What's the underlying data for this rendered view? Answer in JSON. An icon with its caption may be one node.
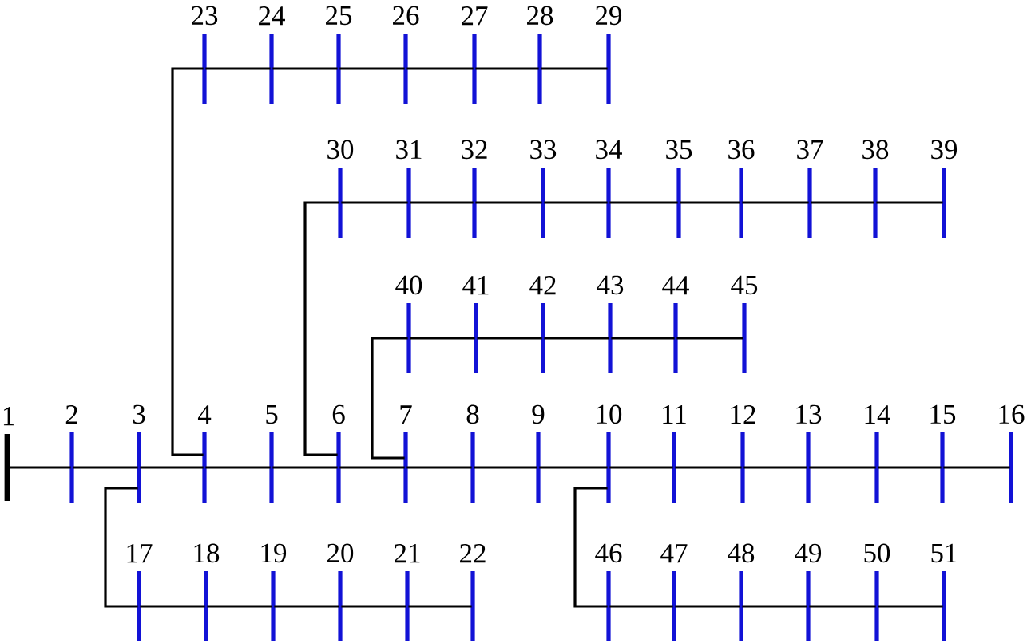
{
  "diagram": {
    "nodes": [
      {
        "text": [
          "23"
        ]
      },
      {
        "text": [
          "24"
        ]
      },
      {
        "text": [
          "25"
        ]
      },
      {
        "text": [
          "26"
        ]
      },
      {
        "text": [
          "27"
        ]
      },
      {
        "text": [
          "28"
        ]
      },
      {
        "text": [
          "29"
        ]
      },
      {
        "text": [
          "30"
        ]
      },
      {
        "text": [
          "31"
        ]
      },
      {
        "text": [
          "32"
        ]
      },
      {
        "text": [
          "33"
        ]
      },
      {
        "text": [
          "34"
        ]
      },
      {
        "text": [
          "35"
        ]
      },
      {
        "text": [
          "36"
        ]
      },
      {
        "text": [
          "37"
        ]
      },
      {
        "text": [
          "38"
        ]
      },
      {
        "text": [
          "39"
        ]
      },
      {
        "text": [
          "40"
        ]
      },
      {
        "text": [
          "41"
        ]
      },
      {
        "text": [
          "42"
        ]
      },
      {
        "text": [
          "43"
        ]
      },
      {
        "text": [
          "44"
        ]
      },
      {
        "text": [
          "45"
        ]
      },
      {
        "text": [
          "1"
        ]
      },
      {
        "text": [
          "2"
        ]
      },
      {
        "text": [
          "3"
        ]
      },
      {
        "text": [
          "4"
        ]
      },
      {
        "text": [
          "5"
        ]
      },
      {
        "text": [
          "6"
        ]
      },
      {
        "text": [
          "7"
        ]
      },
      {
        "text": [
          "8"
        ]
      },
      {
        "text": [
          "9"
        ]
      },
      {
        "text": [
          "10"
        ]
      },
      {
        "text": [
          "11"
        ]
      },
      {
        "text": [
          "12"
        ]
      },
      {
        "text": [
          "13"
        ]
      },
      {
        "text": [
          "14"
        ]
      },
      {
        "text": [
          "15"
        ]
      },
      {
        "text": [
          "16"
        ]
      },
      {
        "text": [
          "17"
        ]
      },
      {
        "text": [
          "18"
        ]
      },
      {
        "text": [
          "19"
        ]
      },
      {
        "text": [
          "20"
        ]
      },
      {
        "text": [
          "21"
        ]
      },
      {
        "text": [
          "22"
        ]
      },
      {
        "text": [
          "46"
        ]
      },
      {
        "text": [
          "47"
        ]
      },
      {
        "text": [
          "48"
        ]
      },
      {
        "text": [
          "49"
        ]
      },
      {
        "text": [
          "50"
        ]
      },
      {
        "text": [
          "51"
        ]
      }
    ],
    "edges": [
      {
        "from": 23,
        "to": 24,
        "arrow": "none"
      },
      {
        "from": 24,
        "to": 25,
        "arrow": "none"
      },
      {
        "from": 25,
        "to": 26,
        "arrow": "none"
      },
      {
        "from": 26,
        "to": 27,
        "arrow": "none"
      },
      {
        "from": 27,
        "to": 28,
        "arrow": "none"
      },
      {
        "from": 28,
        "to": 29,
        "arrow": "none"
      },
      {
        "from": 29,
        "to": 30,
        "arrow": "none"
      },
      {
        "from": 30,
        "to": 31,
        "arrow": "none"
      },
      {
        "from": 31,
        "to": 32,
        "arrow": "none"
      },
      {
        "from": 32,
        "to": 33,
        "arrow": "none"
      },
      {
        "from": 33,
        "to": 34,
        "arrow": "none"
      },
      {
        "from": 34,
        "to": 35,
        "arrow": "none"
      },
      {
        "from": 35,
        "to": 36,
        "arrow": "none"
      },
      {
        "from": 36,
        "to": 37,
        "arrow": "none"
      },
      {
        "from": 37,
        "to": 38,
        "arrow": "none"
      },
      {
        "from": 25,
        "to": 39,
        "arrow": "none"
      },
      {
        "from": 39,
        "to": 40,
        "arrow": "none"
      },
      {
        "from": 40,
        "to": 41,
        "arrow": "none"
      },
      {
        "from": 41,
        "to": 42,
        "arrow": "none"
      },
      {
        "from": 42,
        "to": 43,
        "arrow": "none"
      },
      {
        "from": 43,
        "to": 44,
        "arrow": "none"
      },
      {
        "from": 26,
        "to": 0,
        "arrow": "none"
      },
      {
        "from": 0,
        "to": 1,
        "arrow": "none"
      },
      {
        "from": 1,
        "to": 2,
        "arrow": "none"
      },
      {
        "from": 2,
        "to": 3,
        "arrow": "none"
      },
      {
        "from": 3,
        "to": 4,
        "arrow": "none"
      },
      {
        "from": 4,
        "to": 5,
        "arrow": "none"
      },
      {
        "from": 5,
        "to": 6,
        "arrow": "none"
      },
      {
        "from": 28,
        "to": 7,
        "arrow": "none"
      },
      {
        "from": 7,
        "to": 8,
        "arrow": "none"
      },
      {
        "from": 8,
        "to": 9,
        "arrow": "none"
      },
      {
        "from": 9,
        "to": 10,
        "arrow": "none"
      },
      {
        "from": 10,
        "to": 11,
        "arrow": "none"
      },
      {
        "from": 11,
        "to": 12,
        "arrow": "none"
      },
      {
        "from": 12,
        "to": 13,
        "arrow": "none"
      },
      {
        "from": 13,
        "to": 14,
        "arrow": "none"
      },
      {
        "from": 14,
        "to": 15,
        "arrow": "none"
      },
      {
        "from": 15,
        "to": 16,
        "arrow": "none"
      },
      {
        "from": 29,
        "to": 17,
        "arrow": "none"
      },
      {
        "from": 17,
        "to": 18,
        "arrow": "none"
      },
      {
        "from": 18,
        "to": 19,
        "arrow": "none"
      },
      {
        "from": 19,
        "to": 20,
        "arrow": "none"
      },
      {
        "from": 20,
        "to": 21,
        "arrow": "none"
      },
      {
        "from": 21,
        "to": 22,
        "arrow": "none"
      },
      {
        "from": 32,
        "to": 45,
        "arrow": "none"
      },
      {
        "from": 45,
        "to": 46,
        "arrow": "none"
      },
      {
        "from": 46,
        "to": 47,
        "arrow": "none"
      },
      {
        "from": 47,
        "to": 48,
        "arrow": "none"
      },
      {
        "from": 48,
        "to": 49,
        "arrow": "none"
      },
      {
        "from": 49,
        "to": 50,
        "arrow": "none"
      }
    ]
  }
}
